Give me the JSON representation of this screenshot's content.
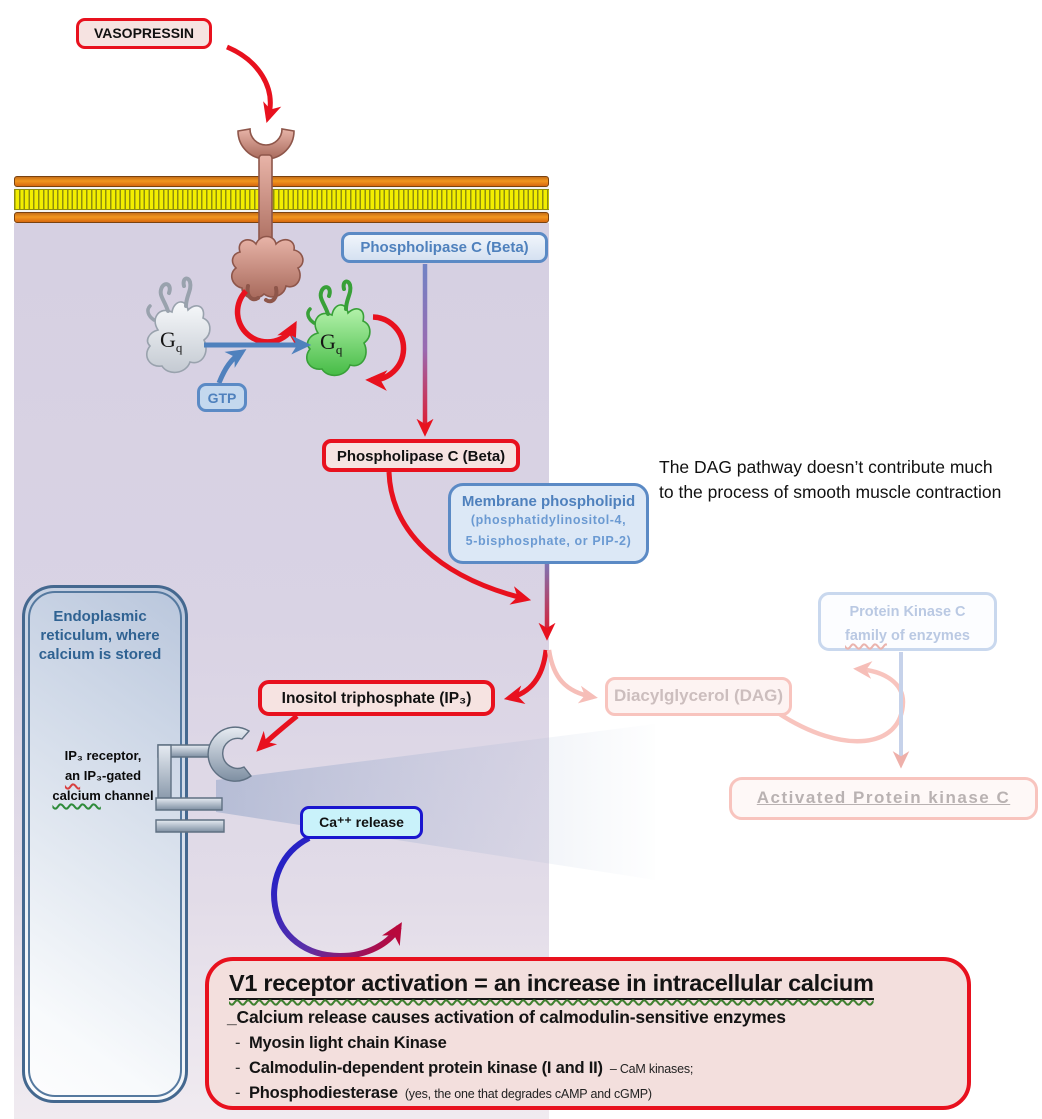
{
  "colors": {
    "accent_red": "#e8111e",
    "accent_blue": "#4f81bd",
    "membrane_yellow": "#f2ee00",
    "membrane_orange": "#e07818",
    "cell_lavender": "#d6d0e2",
    "calcium_cyan": "#c9f2fa",
    "faded_pink": "#f6beb8"
  },
  "boxes": {
    "vasopressin": "VASOPRESSIN",
    "plc_blue": "Phospholipase C (Beta)",
    "gtp": "GTP",
    "plc_red": "Phospholipase C (Beta)",
    "mem_phos_line1": "Membrane phospholipid",
    "mem_phos_line2": "(phosphatidylinositol-4,",
    "mem_phos_line3": "5-bisphosphate, or PIP-2)",
    "inositol": "Inositol triphosphate  (IP₃)",
    "ca_release": "Ca⁺⁺ release"
  },
  "gq": {
    "g": "G",
    "sub": "q"
  },
  "notes": {
    "dag_line1": "The DAG pathway doesn’t contribute much",
    "dag_line2": "to the process of smooth muscle contraction",
    "er": "Endoplasmic reticulum, where calcium is stored",
    "ip3r_line1": "IP₃ receptor,",
    "ip3r_line2a": "an",
    "ip3r_line2b": " IP₃-gated",
    "ip3r_line3a": "calcium",
    "ip3r_line3b": " channel"
  },
  "faded": {
    "pkc_line1": "Protein Kinase C",
    "pkc_line2a": "family",
    "pkc_line2b": " of enzymes",
    "dag": "Diacylglycerol  (DAG)",
    "apkc": "Activated Protein kinase C"
  },
  "summary": {
    "title": "V1 receptor activation = an increase in intracellular calcium",
    "subtitle_prefix": "_",
    "subtitle": "Calcium release causes activation of calmodulin-sensitive enzymes",
    "bullets": [
      {
        "dash": "-",
        "bold": "Myosin light chain Kinase",
        "rest": ""
      },
      {
        "dash": "-",
        "bold": "Calmodulin-dependent  protein kinase (I and II)",
        "rest": "– CaM kinases;"
      },
      {
        "dash": "-",
        "bold": "Phosphodiesterase",
        "rest": "(yes, the one that degrades cAMP and cGMP)"
      }
    ]
  }
}
